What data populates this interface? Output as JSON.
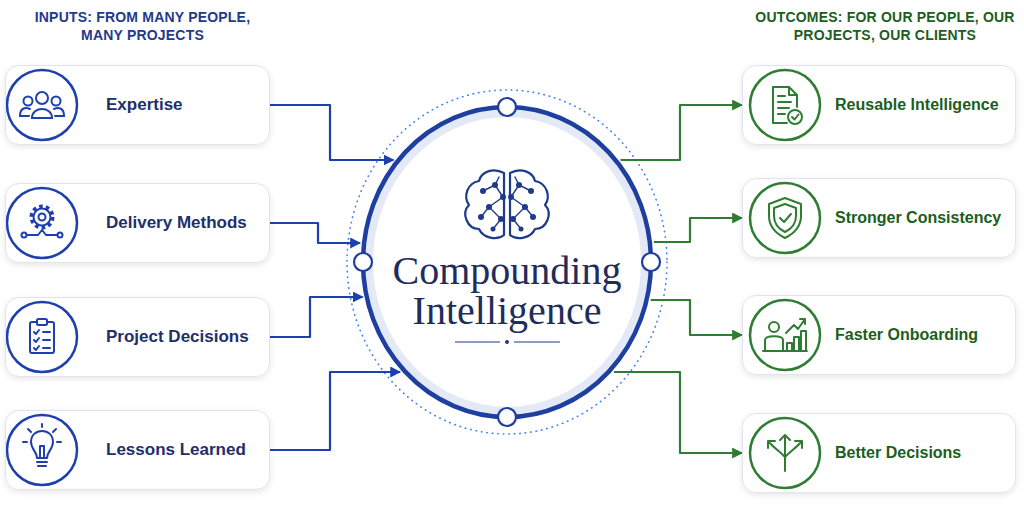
{
  "diagram": {
    "nodes": [
      {
        "text": [
          "Expertise"
        ]
      },
      {
        "text": [
          "Delivery Methods"
        ]
      },
      {
        "text": [
          "Project Decisions"
        ]
      },
      {
        "text": [
          "Lessons Learned"
        ]
      },
      {
        "text": [
          "Compounding Intelligence"
        ]
      },
      {
        "text": [
          "Reusable Intelligence"
        ]
      },
      {
        "text": [
          "Stronger Consistency"
        ]
      },
      {
        "text": [
          "Faster Onboarding"
        ]
      },
      {
        "text": [
          "Better Decisions"
        ]
      }
    ],
    "edges": [
      {
        "from": 0,
        "to": 4,
        "arrow": "to"
      },
      {
        "from": 1,
        "to": 4,
        "arrow": "to"
      },
      {
        "from": 2,
        "to": 4,
        "arrow": "to"
      },
      {
        "from": 3,
        "to": 4,
        "arrow": "to"
      },
      {
        "from": 4,
        "to": 5,
        "arrow": "to"
      },
      {
        "from": 4,
        "to": 6,
        "arrow": "to"
      },
      {
        "from": 4,
        "to": 7,
        "arrow": "to"
      },
      {
        "from": 4,
        "to": 8,
        "arrow": "to"
      }
    ],
    "labels": [
      "INPUTS: FROM MANY PEOPLE, MANY PROJECTS",
      "OUTCOMES: FOR OUR PEOPLE, OUR PROJECTS, OUR CLIENTS"
    ]
  }
}
